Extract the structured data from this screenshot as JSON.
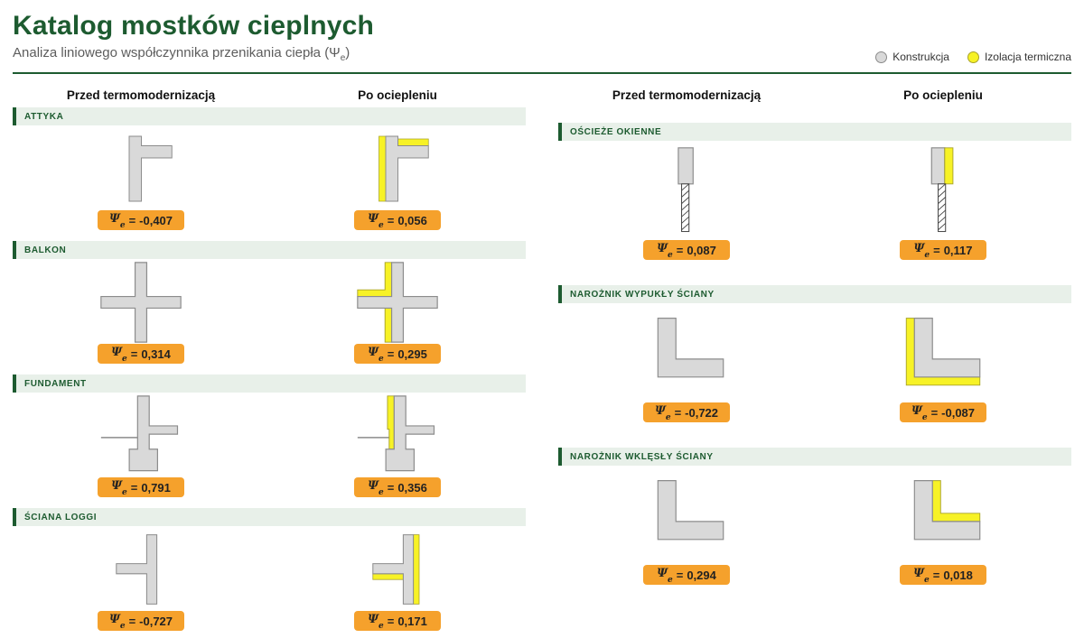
{
  "header": {
    "title": "Katalog mostków cieplnych",
    "subtitle_prefix": "Analiza liniowego współczynnika przenikania ciepła (Ψ",
    "subtitle_sub": "e",
    "subtitle_suffix": ")"
  },
  "legend": {
    "construction_label": "Konstrukcja",
    "insulation_label": "Izolacja termiczna"
  },
  "column_headers": {
    "before": "Przed termomodernizacją",
    "after": "Po ociepleniu"
  },
  "value_format": {
    "symbol": "Ψ",
    "sub": "e",
    "equals": "="
  },
  "colors": {
    "accent_green": "#1d5b30",
    "section_strip_bg": "#e8f0e9",
    "badge_orange": "#f5a12c",
    "construction_gray": "#d9d9d9",
    "insulation_yellow": "#f7f226"
  },
  "sections_left": [
    {
      "name": "ATTYKA",
      "before_value": "-0,407",
      "after_value": "0,056"
    },
    {
      "name": "BALKON",
      "before_value": "0,314",
      "after_value": "0,295"
    },
    {
      "name": "FUNDAMENT",
      "before_value": "0,791",
      "after_value": "0,356"
    },
    {
      "name": "ŚCIANA LOGGI",
      "before_value": "-0,727",
      "after_value": "0,171"
    }
  ],
  "sections_right": [
    {
      "name": "OŚCIEŻE OKIENNE",
      "before_value": "0,087",
      "after_value": "0,117"
    },
    {
      "name": "NAROŻNIK WYPUKŁY ŚCIANY",
      "before_value": "-0,722",
      "after_value": "-0,087"
    },
    {
      "name": "NAROŻNIK WKLĘSŁY ŚCIANY",
      "before_value": "0,294",
      "after_value": "0,018"
    }
  ]
}
